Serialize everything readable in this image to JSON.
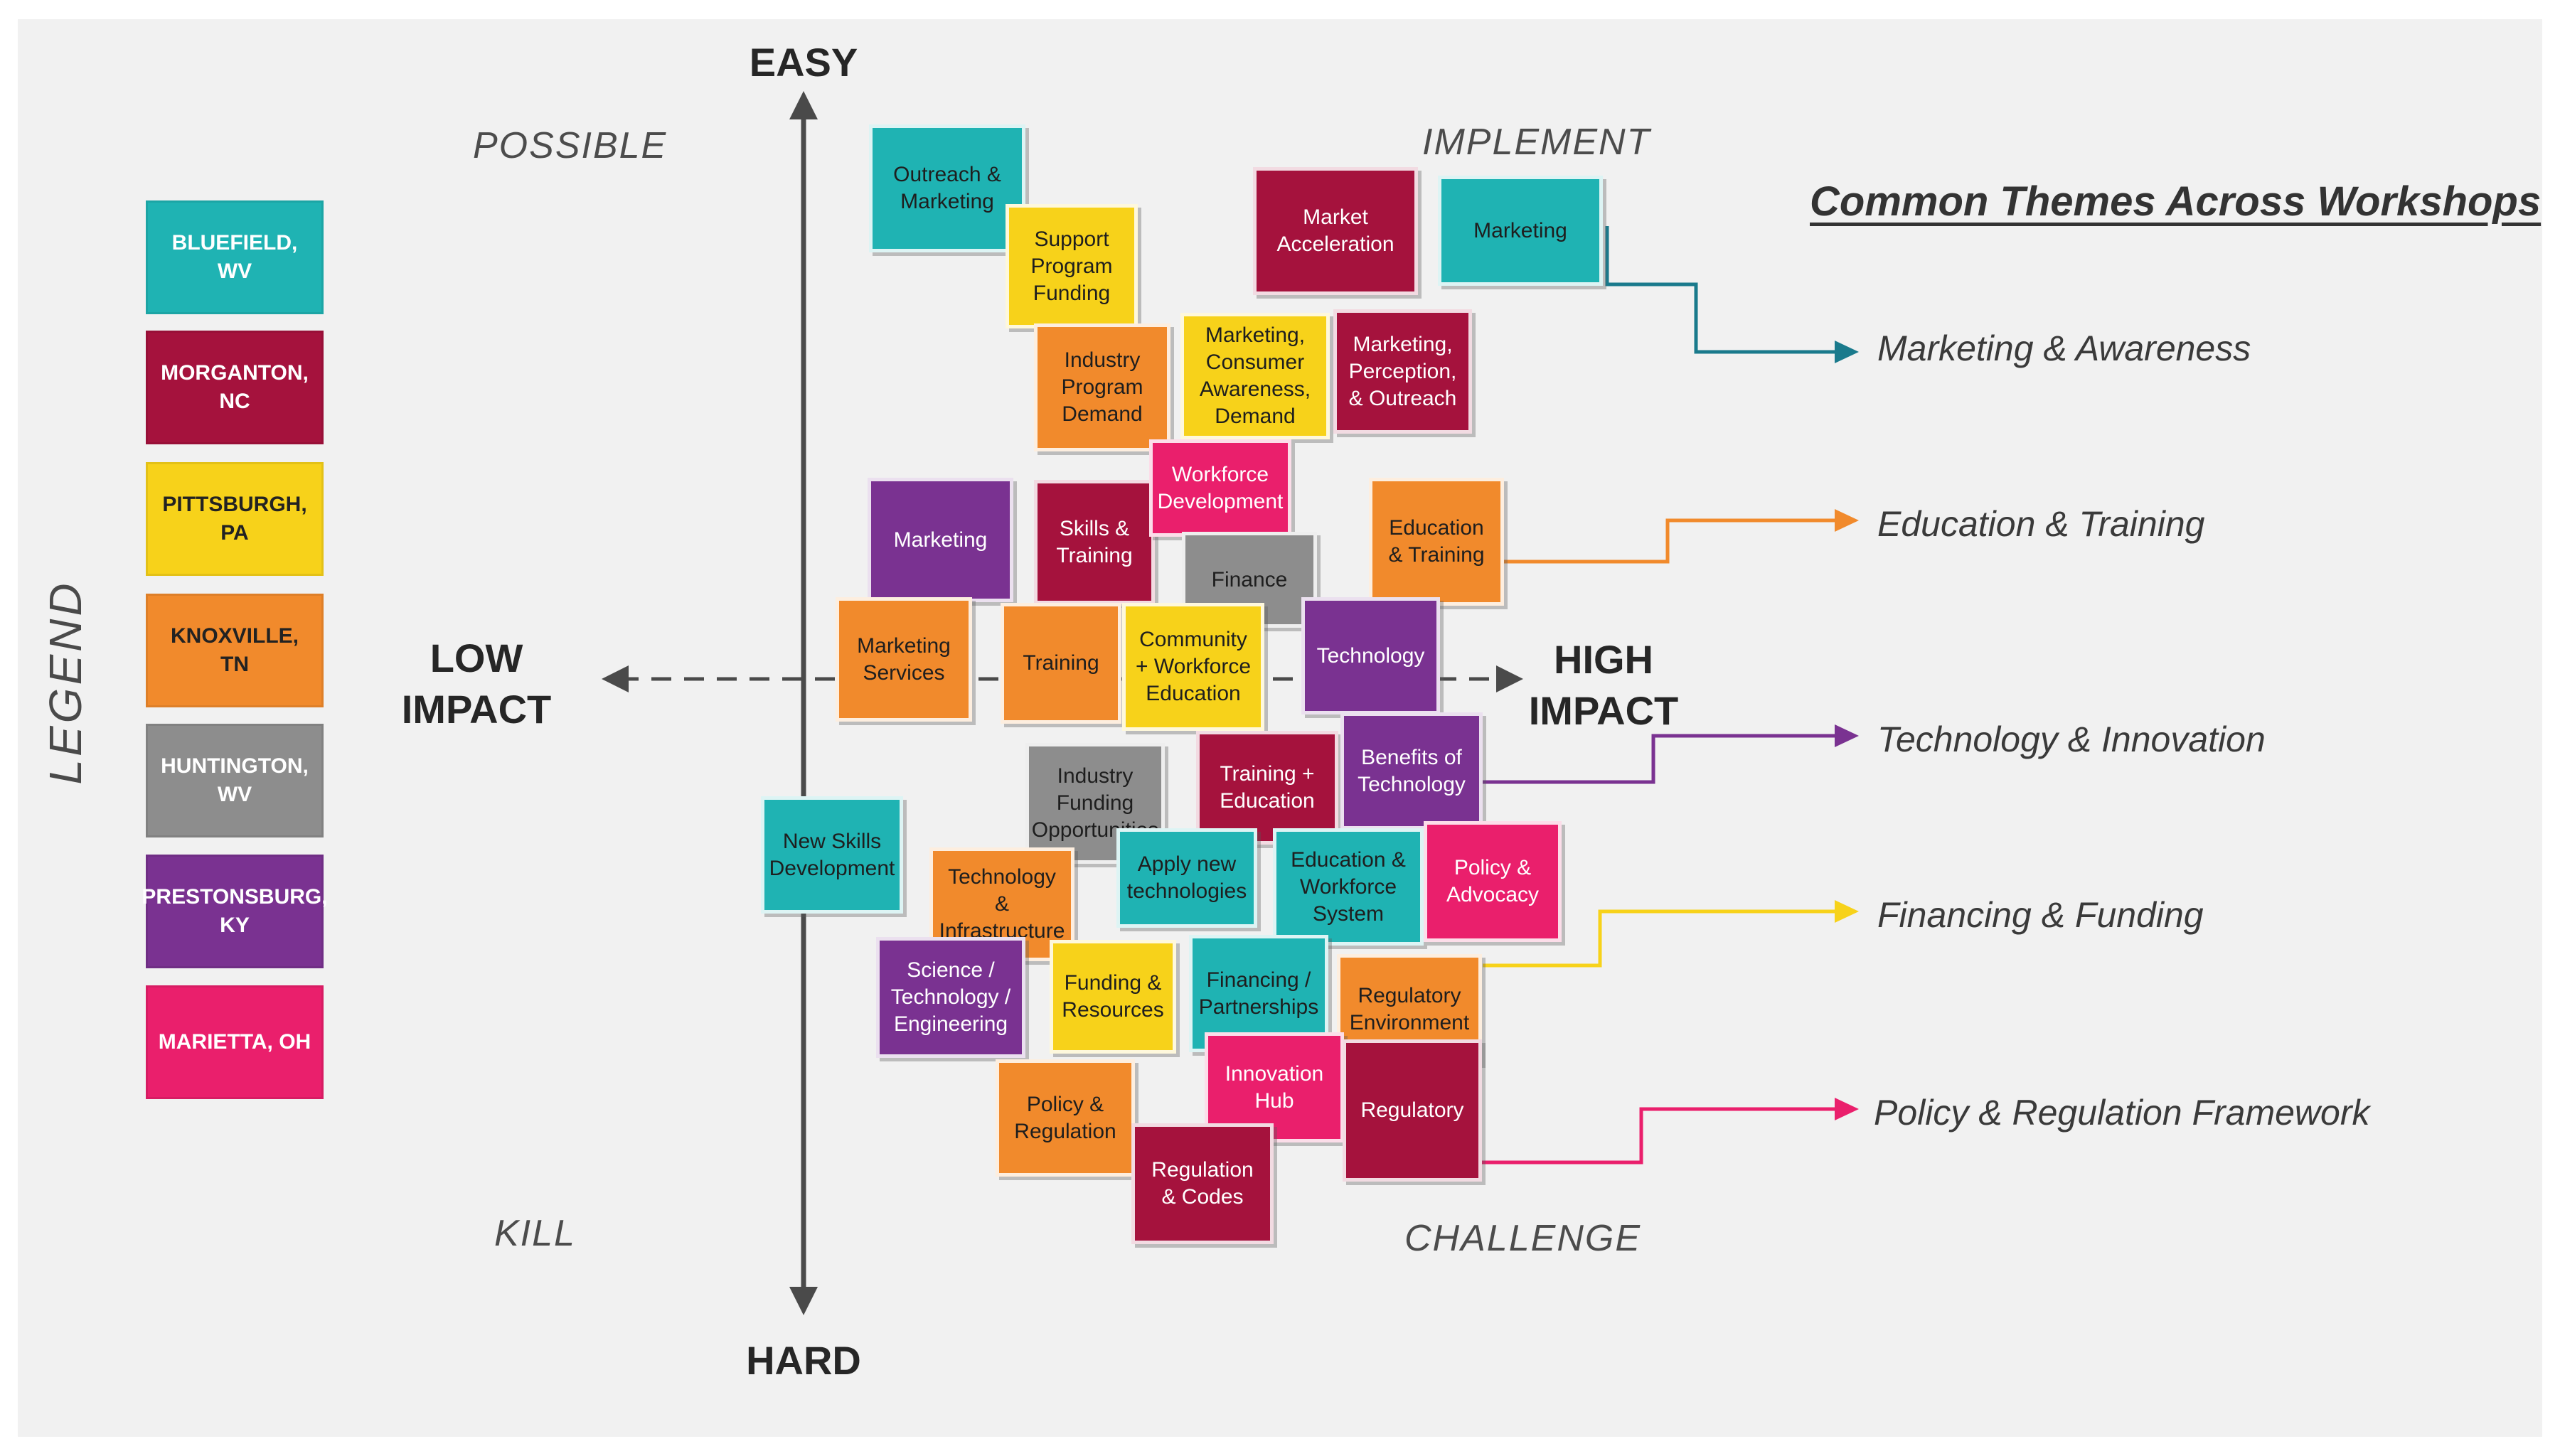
{
  "legend": {
    "title": "LEGEND",
    "items": [
      {
        "label": "BLUEFIELD, WV",
        "color": "#1fb3b3"
      },
      {
        "label": "MORGANTON, NC",
        "color": "#a5123d"
      },
      {
        "label": "PITTSBURGH, PA",
        "color": "#f7d21a"
      },
      {
        "label": "KNOXVILLE, TN",
        "color": "#f18a2c"
      },
      {
        "label": "HUNTINGTON, WV",
        "color": "#8d8d8d"
      },
      {
        "label": "PRESTONSBURG, KY",
        "color": "#7a3291"
      },
      {
        "label": "MARIETTA, OH",
        "color": "#ea1f6c"
      }
    ]
  },
  "axes": {
    "top": "EASY",
    "bottom": "HARD",
    "left": "LOW IMPACT",
    "right": "HIGH IMPACT"
  },
  "quadrants": {
    "top_left": "POSSIBLE",
    "top_right": "IMPLEMENT",
    "bottom_left": "KILL",
    "bottom_right": "CHALLENGE"
  },
  "themes": {
    "title": "Common Themes Across Workshops",
    "items": [
      {
        "label": "Marketing & Awareness",
        "color": "#1a7a8c"
      },
      {
        "label": "Education & Training",
        "color": "#f18a2c"
      },
      {
        "label": "Technology & Innovation",
        "color": "#7a3291"
      },
      {
        "label": "Financing & Funding",
        "color": "#f7d21a"
      },
      {
        "label": "Policy & Regulation Framework",
        "color": "#ea1f6c"
      }
    ]
  },
  "notes": [
    {
      "label": "Outreach & Marketing",
      "city": "BLUEFIELD, WV"
    },
    {
      "label": "Support Program Funding",
      "city": "PITTSBURGH, PA"
    },
    {
      "label": "Market Acceleration",
      "city": "MORGANTON, NC"
    },
    {
      "label": "Marketing",
      "city": "BLUEFIELD, WV"
    },
    {
      "label": "Industry Program Demand",
      "city": "KNOXVILLE, TN"
    },
    {
      "label": "Marketing, Consumer Awareness, Demand",
      "city": "PITTSBURGH, PA"
    },
    {
      "label": "Marketing, Perception, & Outreach",
      "city": "MORGANTON, NC"
    },
    {
      "label": "Marketing",
      "city": "PRESTONSBURG, KY"
    },
    {
      "label": "Skills & Training",
      "city": "MORGANTON, NC"
    },
    {
      "label": "Workforce Development",
      "city": "MARIETTA, OH"
    },
    {
      "label": "Education & Training",
      "city": "KNOXVILLE, TN"
    },
    {
      "label": "Finance",
      "city": "HUNTINGTON, WV"
    },
    {
      "label": "Marketing Services",
      "city": "KNOXVILLE, TN"
    },
    {
      "label": "Training",
      "city": "KNOXVILLE, TN"
    },
    {
      "label": "Community + Workforce Education",
      "city": "PITTSBURGH, PA"
    },
    {
      "label": "Technology",
      "city": "PRESTONSBURG, KY"
    },
    {
      "label": "Industry Funding Opportunities",
      "city": "HUNTINGTON, WV"
    },
    {
      "label": "Training + Education",
      "city": "MORGANTON, NC"
    },
    {
      "label": "Benefits of Technology",
      "city": "PRESTONSBURG, KY"
    },
    {
      "label": "New Skills Development",
      "city": "BLUEFIELD, WV"
    },
    {
      "label": "Technology & Infrastructure",
      "city": "KNOXVILLE, TN"
    },
    {
      "label": "Apply new technologies",
      "city": "BLUEFIELD, WV"
    },
    {
      "label": "Education & Workforce System",
      "city": "BLUEFIELD, WV"
    },
    {
      "label": "Policy & Advocacy",
      "city": "MARIETTA, OH"
    },
    {
      "label": "Science / Technology / Engineering",
      "city": "PRESTONSBURG, KY"
    },
    {
      "label": "Funding & Resources",
      "city": "PITTSBURGH, PA"
    },
    {
      "label": "Financing / Partnerships",
      "city": "BLUEFIELD, WV"
    },
    {
      "label": "Regulatory Environment",
      "city": "KNOXVILLE, TN"
    },
    {
      "label": "Innovation Hub",
      "city": "MARIETTA, OH"
    },
    {
      "label": "Policy & Regulation",
      "city": "KNOXVILLE, TN"
    },
    {
      "label": "Regulatory",
      "city": "MORGANTON, NC"
    },
    {
      "label": "Regulation & Codes",
      "city": "MORGANTON, NC"
    }
  ]
}
